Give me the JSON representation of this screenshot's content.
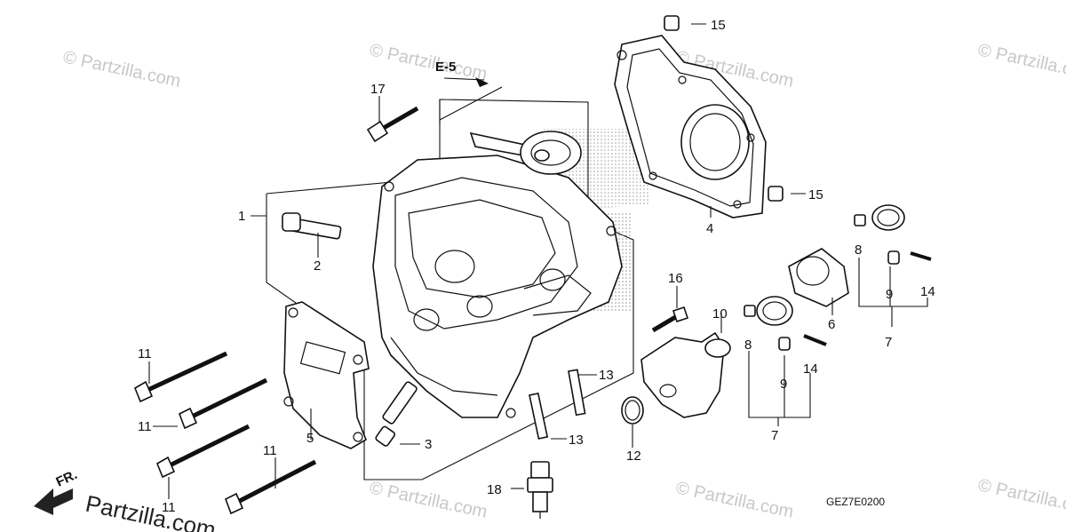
{
  "diagram": {
    "ref_code": "GEZ7E0200",
    "ref_link": "E-5",
    "front_label": "FR.",
    "watermark_text": "© Partzilla.com",
    "footer_brand": "Partzilla.com",
    "callouts": {
      "c1": "1",
      "c2": "2",
      "c3": "3",
      "c4": "4",
      "c5": "5",
      "c6": "6",
      "c7a": "7",
      "c7b": "7",
      "c8a": "8",
      "c8b": "8",
      "c9a": "9",
      "c9b": "9",
      "c10": "10",
      "c11a": "11",
      "c11b": "11",
      "c11c": "11",
      "c11d": "11",
      "c12": "12",
      "c13a": "13",
      "c13b": "13",
      "c14a": "14",
      "c14b": "14",
      "c15a": "15",
      "c15b": "15",
      "c16": "16",
      "c17": "17",
      "c18": "18"
    }
  }
}
